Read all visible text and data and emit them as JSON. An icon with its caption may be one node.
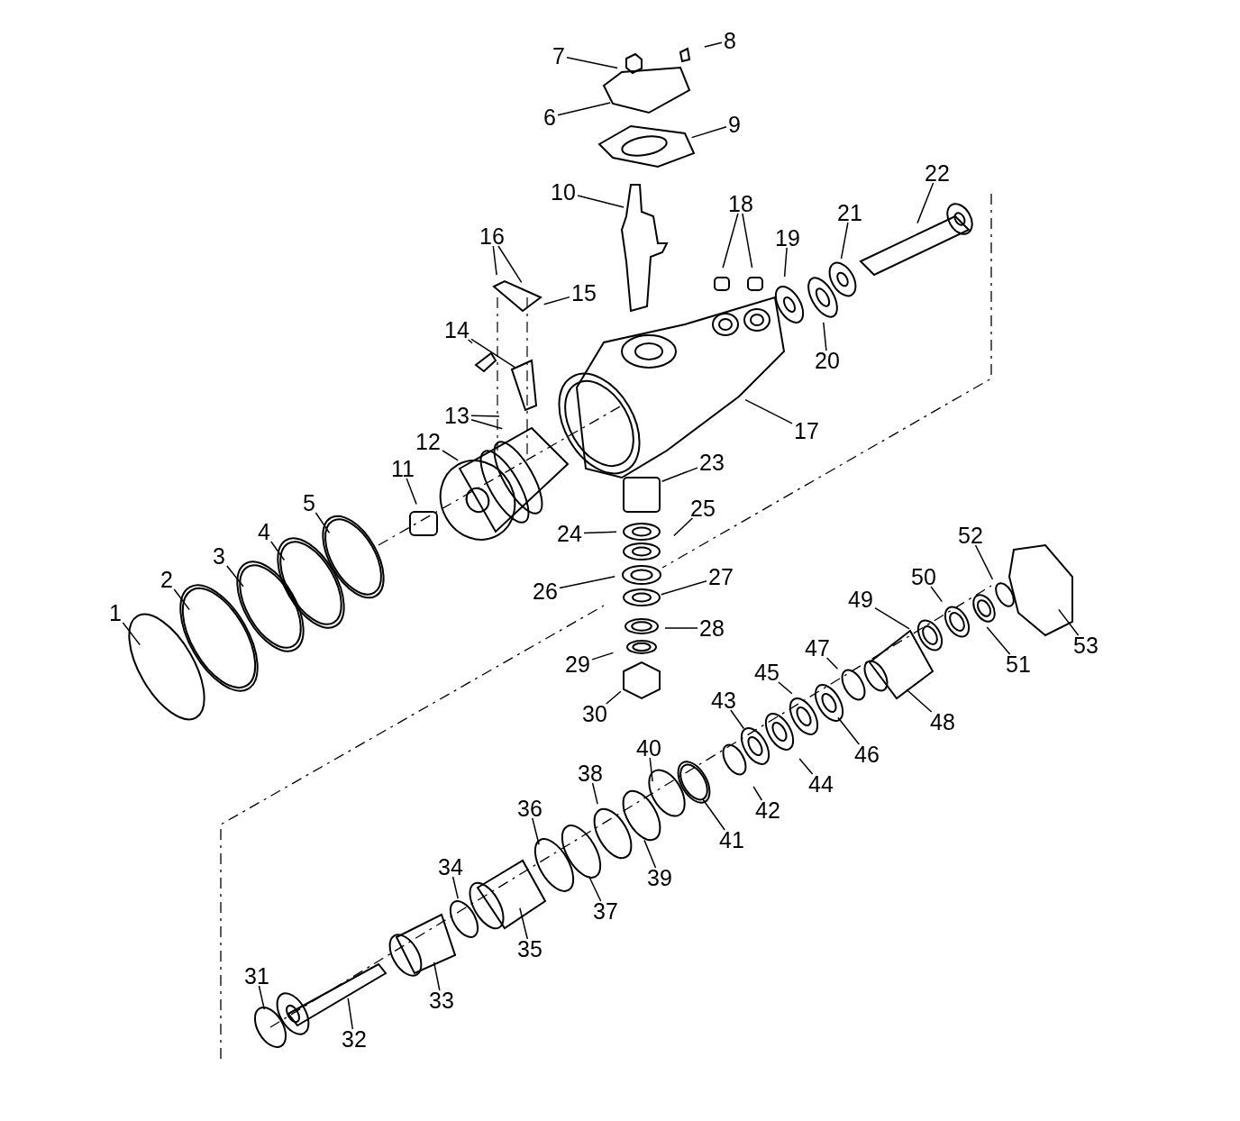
{
  "diagram": {
    "nodes": [
      {
        "text": [
          "1"
        ]
      },
      {
        "text": [
          "2"
        ]
      },
      {
        "text": [
          "3"
        ]
      },
      {
        "text": [
          "4"
        ]
      },
      {
        "text": [
          "5"
        ]
      },
      {
        "text": [
          "6"
        ]
      },
      {
        "text": [
          "7"
        ]
      },
      {
        "text": [
          "8"
        ]
      },
      {
        "text": [
          "9"
        ]
      },
      {
        "text": [
          "10"
        ]
      },
      {
        "text": [
          "11"
        ]
      },
      {
        "text": [
          "12"
        ]
      },
      {
        "text": [
          "13"
        ]
      },
      {
        "text": [
          "14"
        ]
      },
      {
        "text": [
          "15"
        ]
      },
      {
        "text": [
          "16"
        ]
      },
      {
        "text": [
          "17"
        ]
      },
      {
        "text": [
          "18"
        ]
      },
      {
        "text": [
          "19"
        ]
      },
      {
        "text": [
          "20"
        ]
      },
      {
        "text": [
          "21"
        ]
      },
      {
        "text": [
          "22"
        ]
      },
      {
        "text": [
          "23"
        ]
      },
      {
        "text": [
          "24"
        ]
      },
      {
        "text": [
          "25"
        ]
      },
      {
        "text": [
          "26"
        ]
      },
      {
        "text": [
          "27"
        ]
      },
      {
        "text": [
          "28"
        ]
      },
      {
        "text": [
          "29"
        ]
      },
      {
        "text": [
          "30"
        ]
      },
      {
        "text": [
          "31"
        ]
      },
      {
        "text": [
          "32"
        ]
      },
      {
        "text": [
          "33"
        ]
      },
      {
        "text": [
          "34"
        ]
      },
      {
        "text": [
          "35"
        ]
      },
      {
        "text": [
          "36"
        ]
      },
      {
        "text": [
          "37"
        ]
      },
      {
        "text": [
          "38"
        ]
      },
      {
        "text": [
          "39"
        ]
      },
      {
        "text": [
          "40"
        ]
      },
      {
        "text": [
          "41"
        ]
      },
      {
        "text": [
          "42"
        ]
      },
      {
        "text": [
          "43"
        ]
      },
      {
        "text": [
          "44"
        ]
      },
      {
        "text": [
          "45"
        ]
      },
      {
        "text": [
          "46"
        ]
      },
      {
        "text": [
          "47"
        ]
      },
      {
        "text": [
          "48"
        ]
      },
      {
        "text": [
          "49"
        ]
      },
      {
        "text": [
          "50"
        ]
      },
      {
        "text": [
          "51"
        ]
      },
      {
        "text": [
          "52"
        ]
      },
      {
        "text": [
          "53"
        ]
      }
    ],
    "edges": [
      {
        "from": 0,
        "to": null,
        "arrow": "none"
      },
      {
        "from": 1,
        "to": null,
        "arrow": "none"
      },
      {
        "from": 2,
        "to": null,
        "arrow": "none"
      },
      {
        "from": 3,
        "to": null,
        "arrow": "none"
      },
      {
        "from": 4,
        "to": null,
        "arrow": "none"
      },
      {
        "from": 5,
        "to": null,
        "arrow": "none"
      },
      {
        "from": 6,
        "to": null,
        "arrow": "none"
      },
      {
        "from": 7,
        "to": null,
        "arrow": "none"
      },
      {
        "from": 8,
        "to": null,
        "arrow": "none"
      },
      {
        "from": 9,
        "to": null,
        "arrow": "none"
      },
      {
        "from": 10,
        "to": null,
        "arrow": "none"
      },
      {
        "from": 11,
        "to": null,
        "arrow": "none"
      },
      {
        "from": 12,
        "to": null,
        "arrow": "none"
      },
      {
        "from": 12,
        "to": null,
        "arrow": "none"
      },
      {
        "from": 13,
        "to": null,
        "arrow": "none"
      },
      {
        "from": 13,
        "to": null,
        "arrow": "none"
      },
      {
        "from": 14,
        "to": null,
        "arrow": "none"
      },
      {
        "from": 15,
        "to": null,
        "arrow": "none"
      },
      {
        "from": 15,
        "to": null,
        "arrow": "none"
      },
      {
        "from": 16,
        "to": null,
        "arrow": "none"
      },
      {
        "from": 17,
        "to": null,
        "arrow": "none"
      },
      {
        "from": 17,
        "to": null,
        "arrow": "none"
      },
      {
        "from": 18,
        "to": null,
        "arrow": "none"
      },
      {
        "from": 19,
        "to": null,
        "arrow": "none"
      },
      {
        "from": 20,
        "to": null,
        "arrow": "none"
      },
      {
        "from": 21,
        "to": null,
        "arrow": "none"
      },
      {
        "from": 22,
        "to": null,
        "arrow": "none"
      },
      {
        "from": 23,
        "to": null,
        "arrow": "none"
      },
      {
        "from": 24,
        "to": null,
        "arrow": "none"
      },
      {
        "from": 25,
        "to": null,
        "arrow": "none"
      },
      {
        "from": 26,
        "to": null,
        "arrow": "none"
      },
      {
        "from": 27,
        "to": null,
        "arrow": "none"
      },
      {
        "from": 28,
        "to": null,
        "arrow": "none"
      },
      {
        "from": 29,
        "to": null,
        "arrow": "none"
      },
      {
        "from": 30,
        "to": null,
        "arrow": "none"
      },
      {
        "from": 31,
        "to": null,
        "arrow": "none"
      },
      {
        "from": 32,
        "to": null,
        "arrow": "none"
      },
      {
        "from": 33,
        "to": null,
        "arrow": "none"
      },
      {
        "from": 34,
        "to": null,
        "arrow": "none"
      },
      {
        "from": 35,
        "to": null,
        "arrow": "none"
      },
      {
        "from": 36,
        "to": null,
        "arrow": "none"
      },
      {
        "from": 37,
        "to": null,
        "arrow": "none"
      },
      {
        "from": 38,
        "to": null,
        "arrow": "none"
      },
      {
        "from": 39,
        "to": null,
        "arrow": "none"
      },
      {
        "from": 40,
        "to": null,
        "arrow": "none"
      },
      {
        "from": 41,
        "to": null,
        "arrow": "none"
      },
      {
        "from": 42,
        "to": null,
        "arrow": "none"
      },
      {
        "from": 43,
        "to": null,
        "arrow": "none"
      },
      {
        "from": 44,
        "to": null,
        "arrow": "none"
      },
      {
        "from": 45,
        "to": null,
        "arrow": "none"
      },
      {
        "from": 46,
        "to": null,
        "arrow": "none"
      },
      {
        "from": 47,
        "to": null,
        "arrow": "none"
      },
      {
        "from": 48,
        "to": null,
        "arrow": "none"
      },
      {
        "from": 49,
        "to": null,
        "arrow": "none"
      },
      {
        "from": 50,
        "to": null,
        "arrow": "none"
      },
      {
        "from": 51,
        "to": null,
        "arrow": "none"
      },
      {
        "from": 52,
        "to": null,
        "arrow": "none"
      }
    ]
  }
}
